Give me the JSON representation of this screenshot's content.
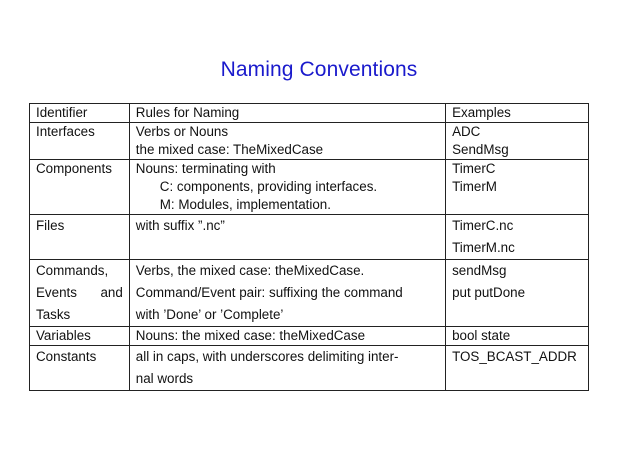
{
  "title": "Naming Conventions",
  "table": {
    "headers": [
      "Identifier",
      "Rules for Naming",
      "Examples"
    ],
    "rows": [
      {
        "identifier": [
          "Interfaces"
        ],
        "rules": [
          "Verbs or Nouns",
          "the mixed case: TheMixedCase"
        ],
        "examples": [
          "ADC",
          "SendMsg"
        ]
      },
      {
        "identifier": [
          "Components"
        ],
        "rules": [
          "Nouns: terminating with",
          "C: components, providing interfaces.",
          "M: Modules, implementation."
        ],
        "examples": [
          "TimerC",
          "TimerM"
        ]
      },
      {
        "identifier": [
          "Files"
        ],
        "rules": [
          "with suffix ”.nc”"
        ],
        "examples": [
          "TimerC.nc",
          "TimerM.nc"
        ]
      },
      {
        "identifier": [
          "Commands,",
          "Events",
          "and",
          "Tasks"
        ],
        "rules": [
          "Verbs, the mixed case: theMixedCase.",
          "Command/Event pair: suffixing the command",
          "with ’Done’ or ’Complete’"
        ],
        "examples": [
          "sendMsg",
          "put putDone"
        ]
      },
      {
        "identifier": [
          "Variables"
        ],
        "rules": [
          "Nouns: the mixed case: theMixedCase"
        ],
        "examples": [
          "bool state"
        ]
      },
      {
        "identifier": [
          "Constants"
        ],
        "rules": [
          "all in caps, with underscores delimiting inter-",
          "nal words"
        ],
        "examples": [
          "TOS_BCAST_ADDR"
        ]
      }
    ]
  }
}
